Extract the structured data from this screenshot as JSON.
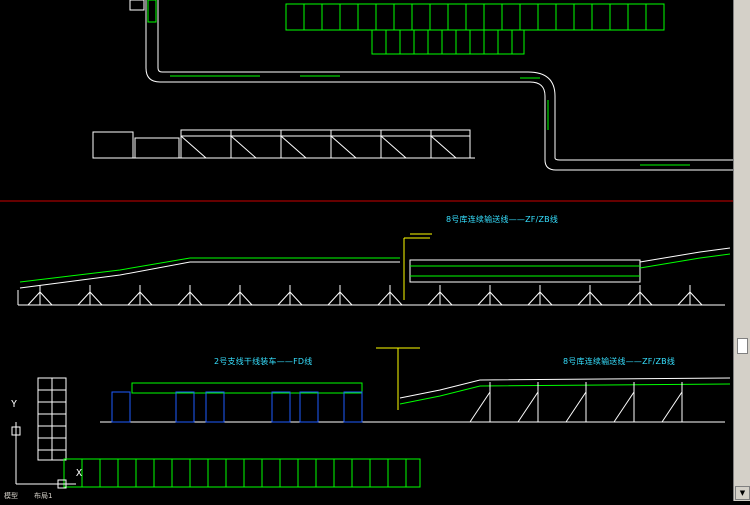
{
  "drawing": {
    "labels": {
      "line_upper": "8号库连续输送线——ZF/ZB线",
      "line_lower_left": "2号支线干线装车——FD线",
      "line_lower_right": "8号库连续输送线——ZF/ZB线"
    },
    "ucs": {
      "y_axis": "Y",
      "x_axis": "X"
    }
  },
  "colors": {
    "background": "#000000",
    "structure": "#ffffff",
    "conveyor": "#00ff00",
    "equipment": "#1e5bff",
    "label": "#36e0ff",
    "separator": "#cc0000",
    "crane": "#ffff00"
  },
  "tabs": {
    "model": "模型",
    "layout": "布局1"
  }
}
